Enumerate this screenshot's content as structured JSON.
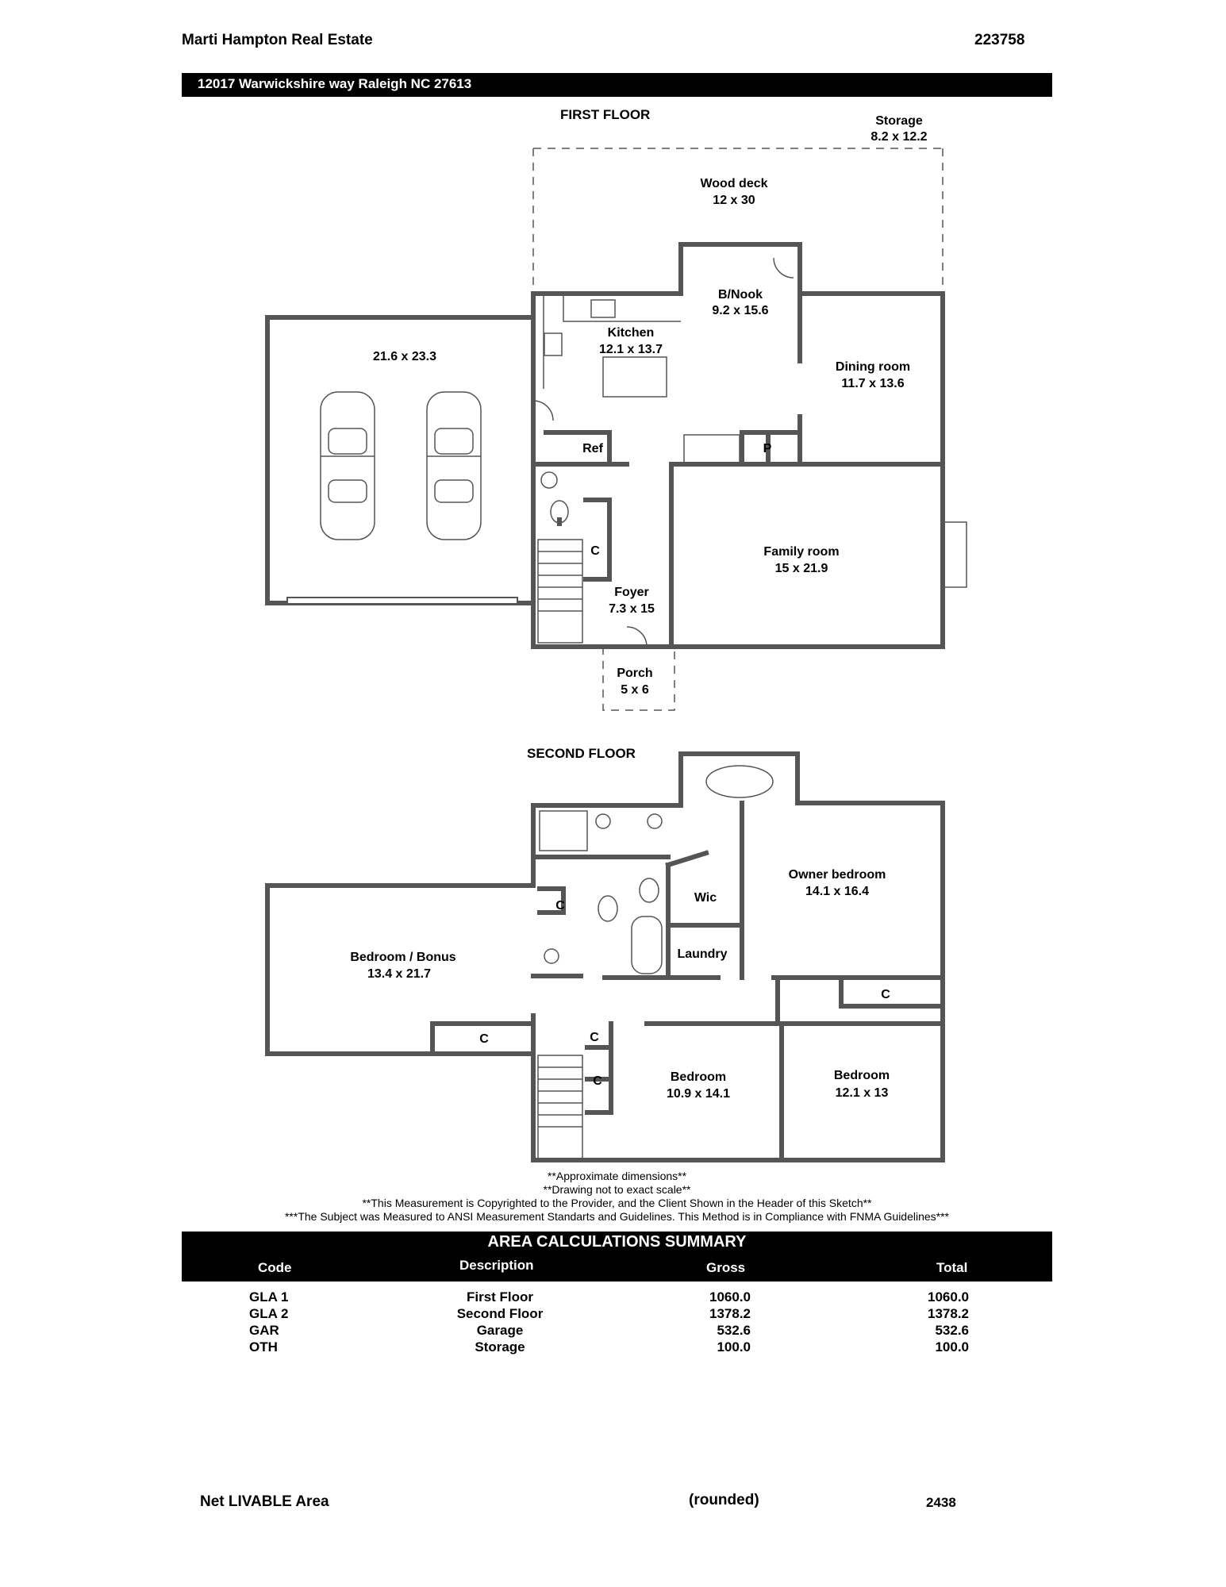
{
  "header": {
    "company": "Marti Hampton Real Estate",
    "sketch_id": "223758",
    "address": "12017 Warwickshire way Raleigh NC 27613"
  },
  "first_floor": {
    "title": "FIRST FLOOR",
    "rooms": {
      "storage": {
        "name": "Storage",
        "dims": "8.2 x 12.2"
      },
      "deck": {
        "name": "Wood deck",
        "dims": "12 x 30"
      },
      "nook": {
        "name": "B/Nook",
        "dims": "9.2 x 15.6"
      },
      "kitchen": {
        "name": "Kitchen",
        "dims": "12.1 x 13.7"
      },
      "garage": {
        "dims": "21.6 x 23.3"
      },
      "dining": {
        "name": "Dining room",
        "dims": "11.7 x 13.6"
      },
      "ref": "Ref",
      "pantry": "P",
      "closet": "C",
      "family": {
        "name": "Family room",
        "dims": "15 x 21.9"
      },
      "foyer": {
        "name": "Foyer",
        "dims": "7.3 x 15"
      },
      "porch": {
        "name": "Porch",
        "dims": "5 x 6"
      }
    }
  },
  "second_floor": {
    "title": "SECOND FLOOR",
    "rooms": {
      "owner": {
        "name": "Owner bedroom",
        "dims": "14.1 x 16.4"
      },
      "wic": "Wic",
      "laundry": "Laundry",
      "bonus": {
        "name": "Bedroom / Bonus",
        "dims": "13.4 x 21.7"
      },
      "bed2": {
        "name": "Bedroom",
        "dims": "10.9 x 14.1"
      },
      "bed3": {
        "name": "Bedroom",
        "dims": "12.1 x 13"
      },
      "closet": "C"
    }
  },
  "notes": [
    "**Approximate dimensions**",
    "**Drawing not to exact scale**",
    "**This Measurement is Copyrighted to the Provider, and the Client Shown in the Header of this Sketch**",
    "***The Subject was Measured to ANSI Measurement Standarts and Guidelines. This Method is in Compliance with FNMA Guidelines***"
  ],
  "summary": {
    "title": "AREA CALCULATIONS SUMMARY",
    "columns": [
      "Code",
      "Description",
      "Gross",
      "Total"
    ],
    "rows": [
      {
        "code": "GLA 1",
        "description": "First Floor",
        "gross": "1060.0",
        "total": "1060.0"
      },
      {
        "code": "GLA 2",
        "description": "Second Floor",
        "gross": "1378.2",
        "total": "1378.2"
      },
      {
        "code": "GAR",
        "description": "Garage",
        "gross": "532.6",
        "total": "532.6"
      },
      {
        "code": "OTH",
        "description": "Storage",
        "gross": "100.0",
        "total": "100.0"
      }
    ]
  },
  "footer": {
    "label": "Net LIVABLE Area",
    "rounded": "(rounded)",
    "value": "2438"
  }
}
